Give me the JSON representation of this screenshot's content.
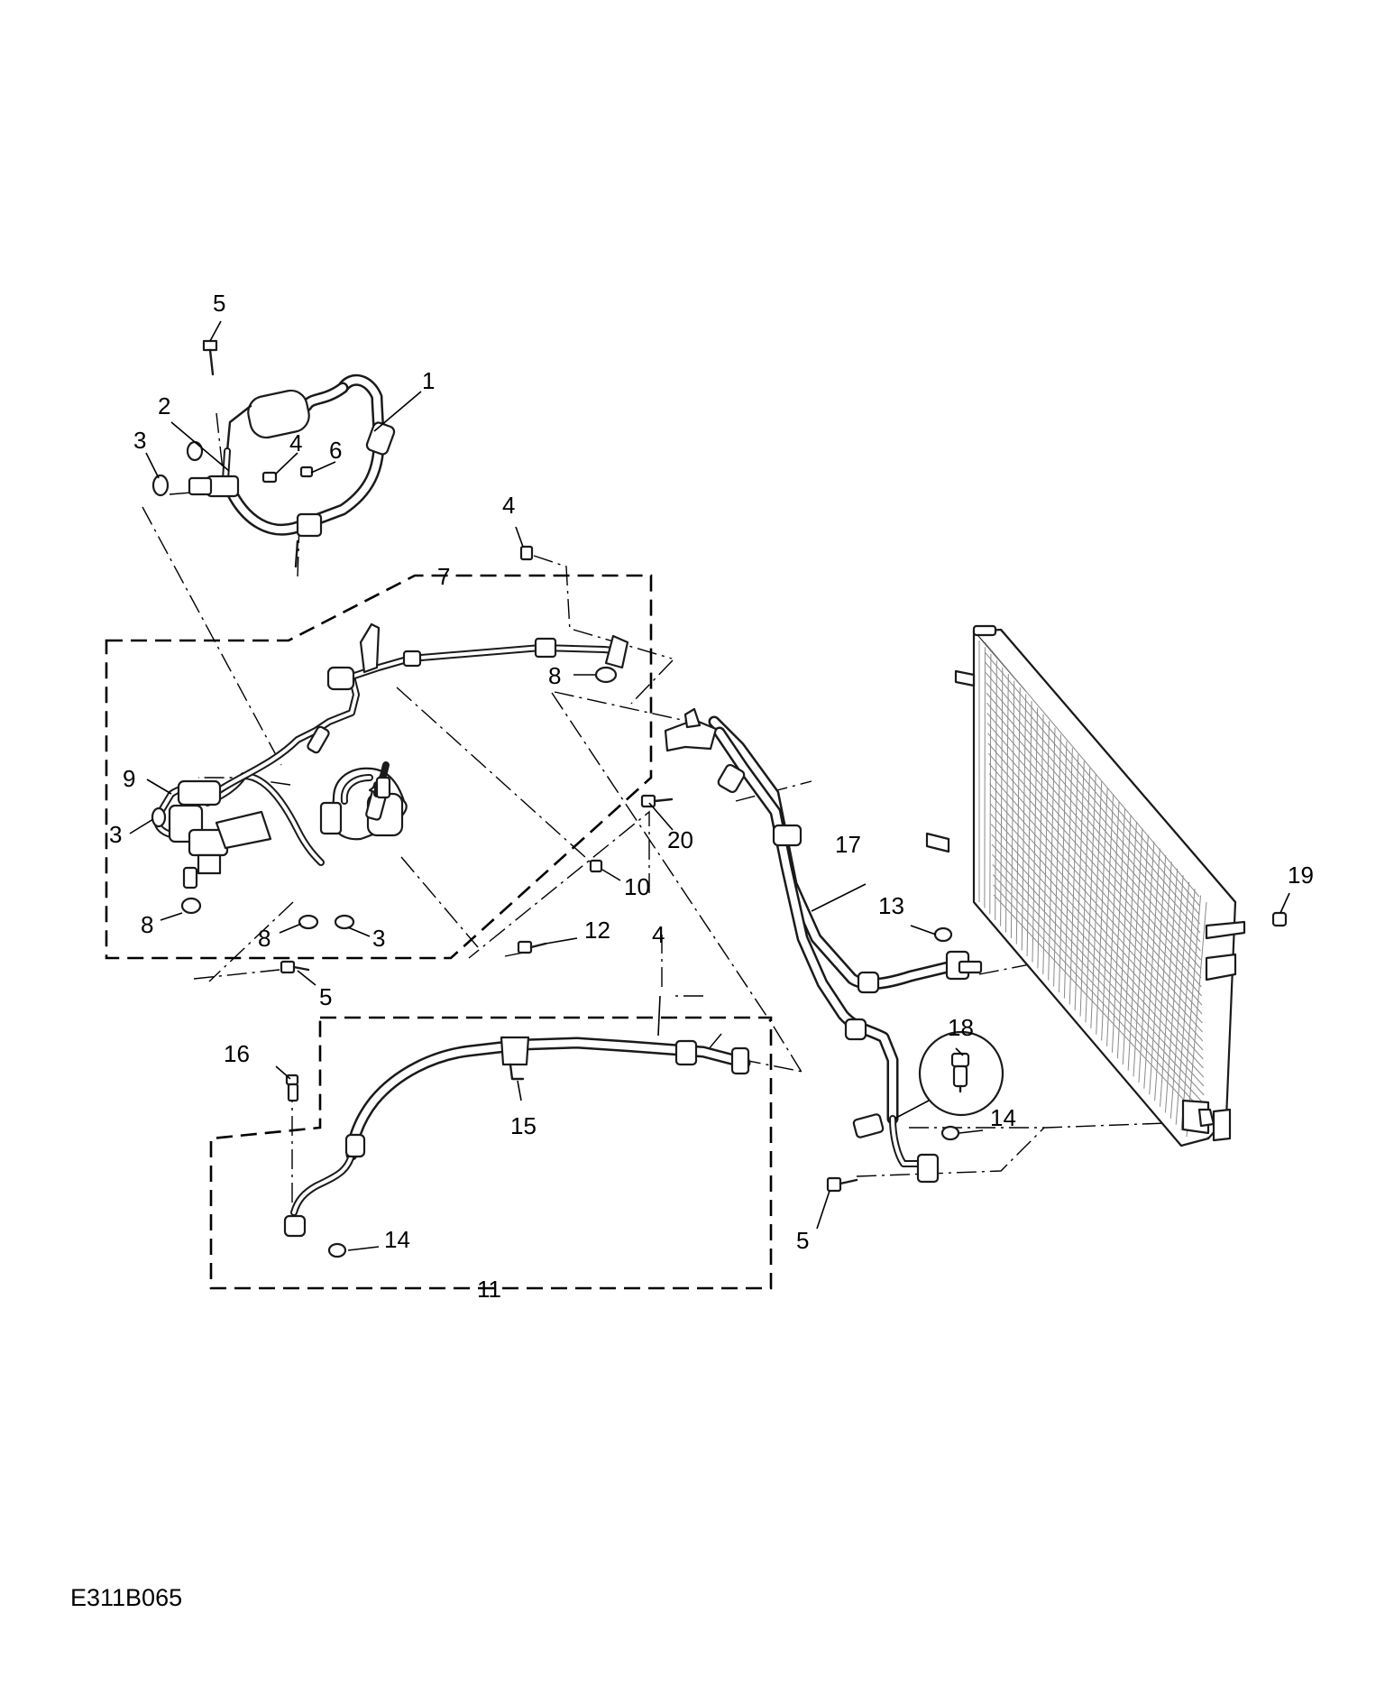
{
  "figure_id": "E311B065",
  "callouts": [
    {
      "id": "c1",
      "text": "1"
    },
    {
      "id": "c2",
      "text": "2"
    },
    {
      "id": "c3a",
      "text": "3"
    },
    {
      "id": "c3b",
      "text": "3"
    },
    {
      "id": "c3c",
      "text": "3"
    },
    {
      "id": "c4a",
      "text": "4"
    },
    {
      "id": "c4b",
      "text": "4"
    },
    {
      "id": "c4c",
      "text": "4"
    },
    {
      "id": "c5a",
      "text": "5"
    },
    {
      "id": "c5b",
      "text": "5"
    },
    {
      "id": "c5c",
      "text": "5"
    },
    {
      "id": "c6",
      "text": "6"
    },
    {
      "id": "c7",
      "text": "7"
    },
    {
      "id": "c8a",
      "text": "8"
    },
    {
      "id": "c8b",
      "text": "8"
    },
    {
      "id": "c8c",
      "text": "8"
    },
    {
      "id": "c9",
      "text": "9"
    },
    {
      "id": "c10",
      "text": "10"
    },
    {
      "id": "c11",
      "text": "11"
    },
    {
      "id": "c12",
      "text": "12"
    },
    {
      "id": "c13",
      "text": "13"
    },
    {
      "id": "c14a",
      "text": "14"
    },
    {
      "id": "c14b",
      "text": "14"
    },
    {
      "id": "c15",
      "text": "15"
    },
    {
      "id": "c16",
      "text": "16"
    },
    {
      "id": "c17",
      "text": "17"
    },
    {
      "id": "c18",
      "text": "18"
    },
    {
      "id": "c19",
      "text": "19"
    },
    {
      "id": "c20",
      "text": "20"
    }
  ]
}
